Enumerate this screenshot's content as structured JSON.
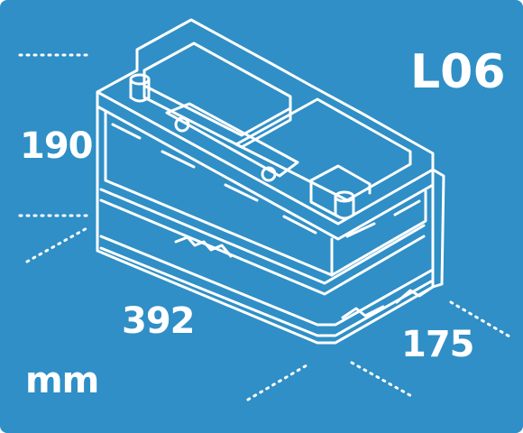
{
  "model_code": "L06",
  "dimensions": {
    "height": "190",
    "length": "392",
    "width": "175",
    "unit": "mm"
  },
  "colors": {
    "background": "#2f8fc6",
    "line": "#ffffff"
  }
}
